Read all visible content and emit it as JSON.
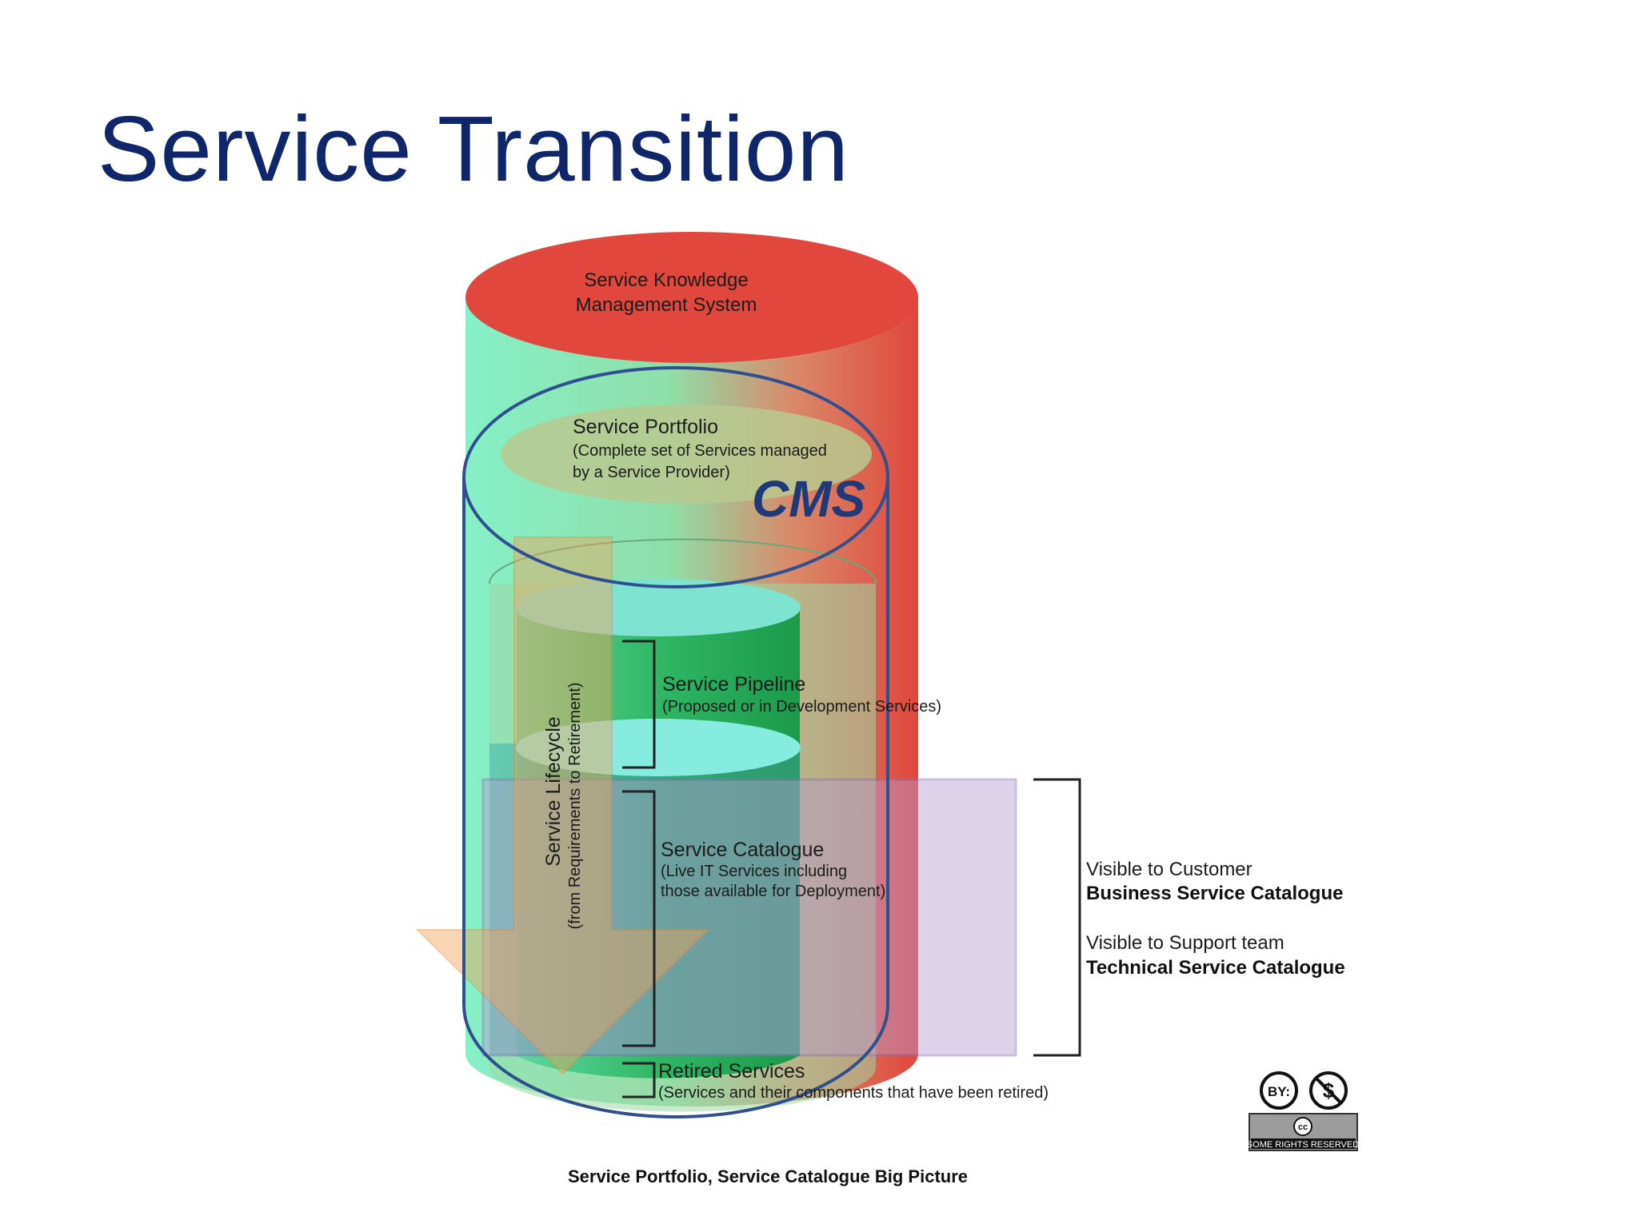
{
  "slide": {
    "title": "Service Transition"
  },
  "diagram": {
    "skms_label_line1": "Service Knowledge",
    "skms_label_line2": "Management System",
    "portfolio_title": "Service Portfolio",
    "portfolio_desc_line1": "(Complete set of Services managed",
    "portfolio_desc_line2": "by a Service Provider)",
    "cms_label": "CMS",
    "lifecycle_title": "Service Lifecycle",
    "lifecycle_subtitle": "(from Requirements to Retirement)",
    "pipeline_title": "Service Pipeline",
    "pipeline_desc": "(Proposed or in Development Services)",
    "catalogue_title": "Service Catalogue",
    "catalogue_desc_line1": "(Live IT Services including",
    "catalogue_desc_line2": "those available for Deployment)",
    "retired_title": "Retired Services",
    "retired_desc": "(Services and their components that have been retired)",
    "visible_customer": "Visible to Customer",
    "business_catalogue": "Business Service Catalogue",
    "visible_support": "Visible to Support team",
    "technical_catalogue": "Technical Service Catalogue",
    "caption": "Service Portfolio, Service Catalogue Big Picture",
    "license_by": "BY:",
    "license_cc": "cc",
    "license_rights": "SOME RIGHTS RESERVED",
    "colors": {
      "title": "#10266b",
      "skms_red": "#e0473d",
      "cyan": "#7fe3d2",
      "green": "#22a74f",
      "cms_outline": "#2f4f8f",
      "purple": "#b89bd2",
      "arrow": "#f2a35a"
    }
  }
}
